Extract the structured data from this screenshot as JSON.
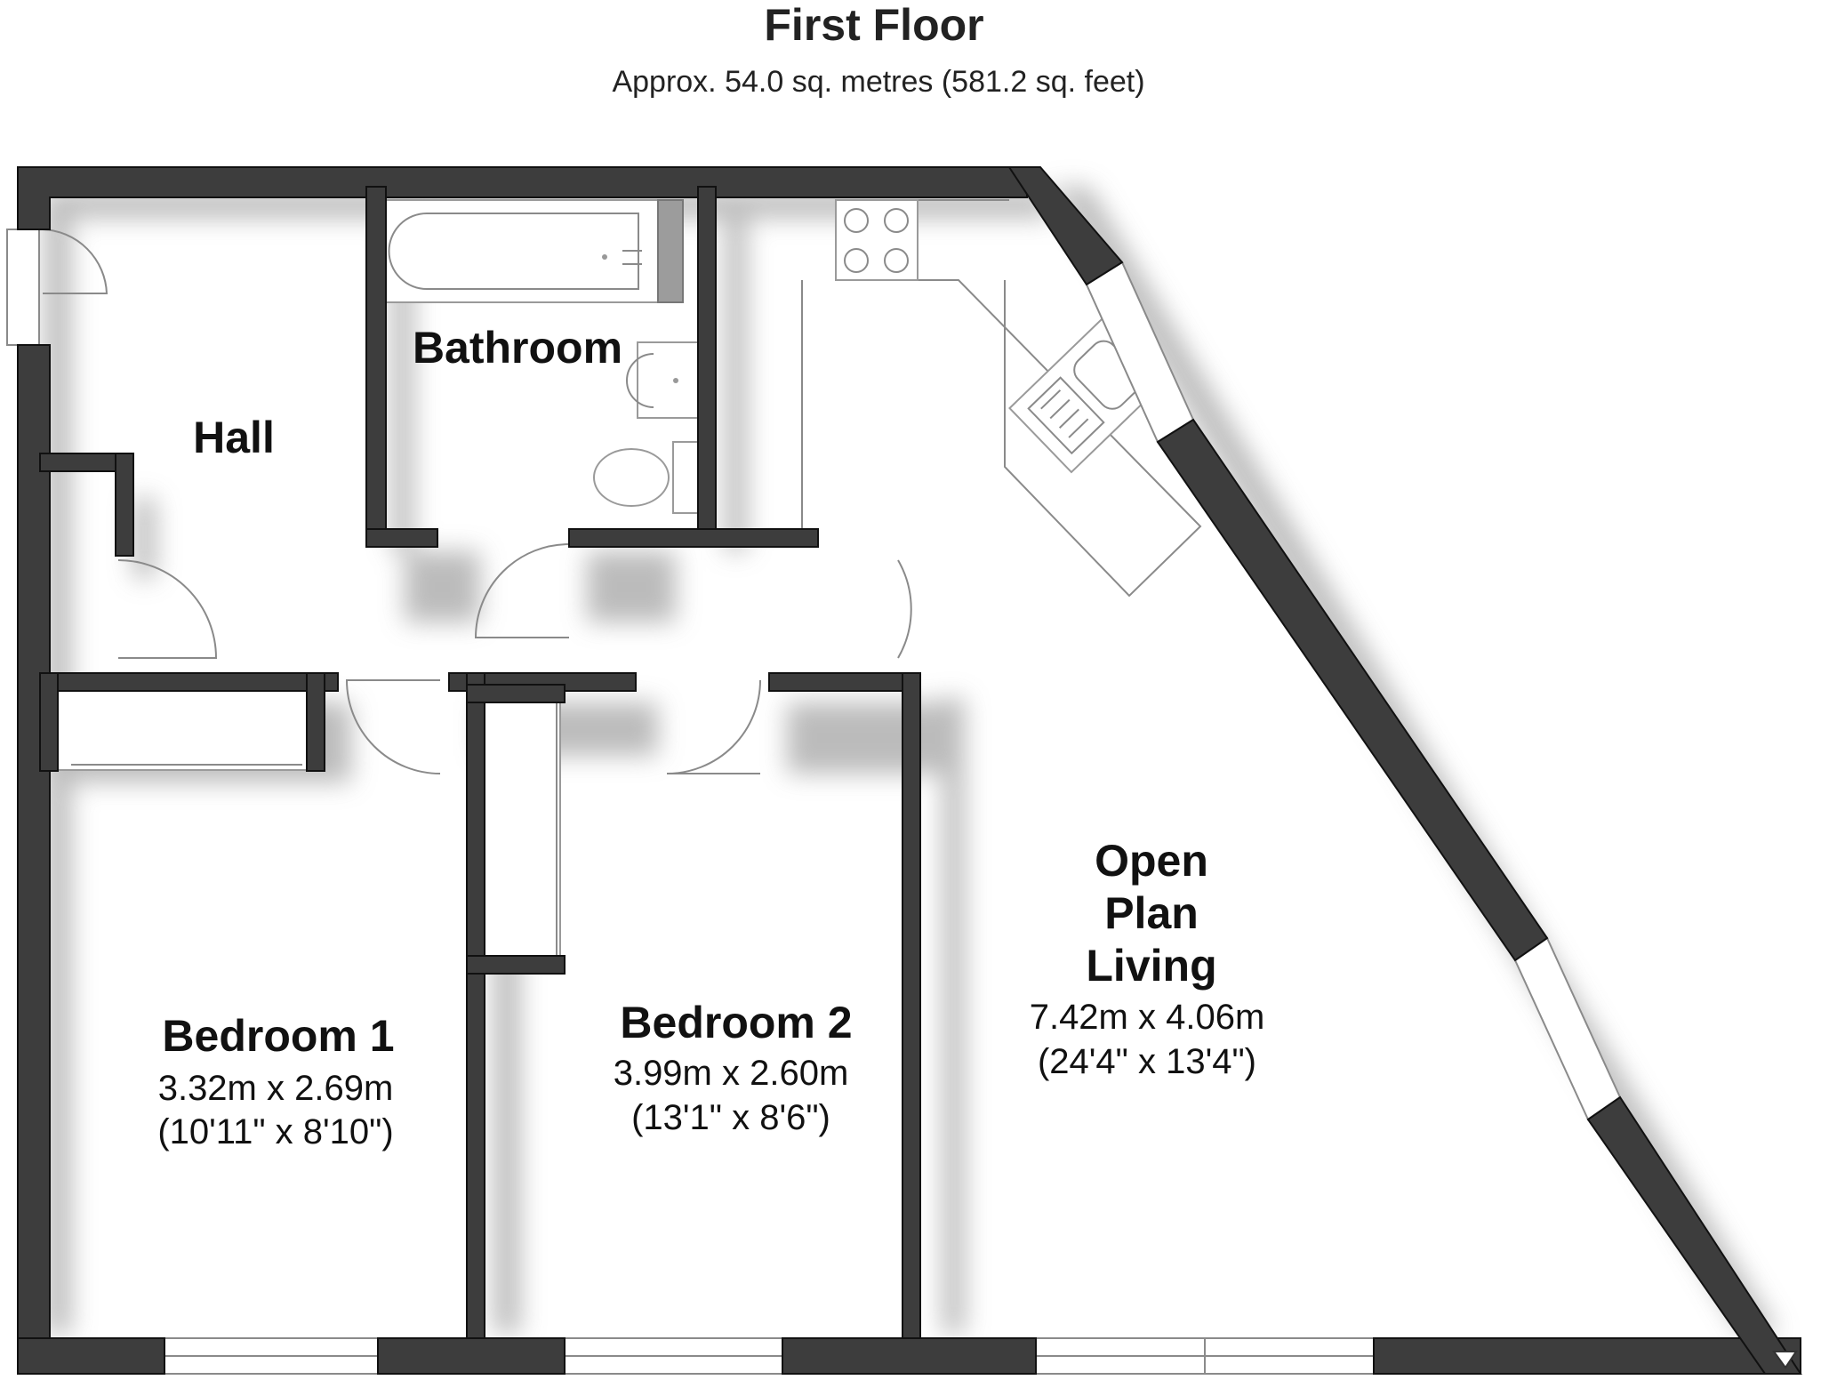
{
  "header": {
    "title": "First Floor",
    "area": "Approx. 54.0 sq. metres (581.2 sq. feet)"
  },
  "rooms": {
    "hall": {
      "name": "Hall"
    },
    "bathroom": {
      "name": "Bathroom"
    },
    "open_plan": {
      "name_lines": [
        "Open",
        "Plan",
        "Living"
      ],
      "metric": "7.42m x 4.06m",
      "imperial": "(24'4\" x 13'4\")"
    },
    "bedroom1": {
      "name": "Bedroom 1",
      "metric": "3.32m x 2.69m",
      "imperial": "(10'11\" x 8'10\")"
    },
    "bedroom2": {
      "name": "Bedroom 2",
      "metric": "3.99m x 2.60m",
      "imperial": "(13'1\" x 8'6\")"
    }
  },
  "colors": {
    "wall": "#3d3d3d",
    "shadow": "#9a9a9a",
    "background": "#ffffff"
  }
}
